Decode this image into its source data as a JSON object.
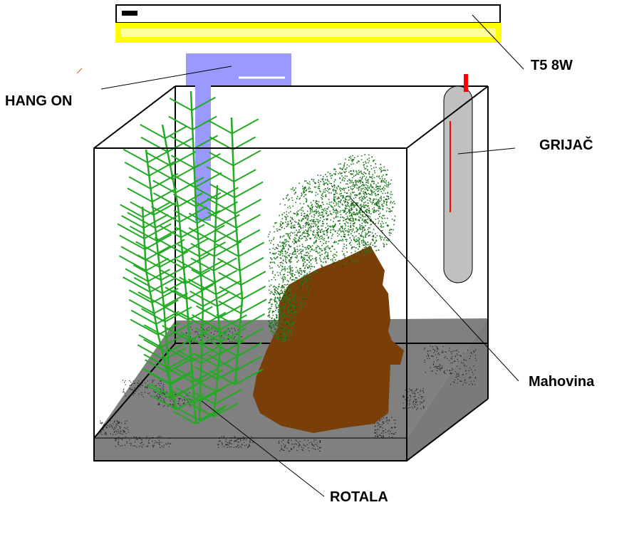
{
  "labels": {
    "light": "T5 8W",
    "filter": "HANG ON",
    "heater": "GRIJAČ",
    "moss": "Mahovina",
    "plant": "ROTALA"
  },
  "colors": {
    "lamp_tube": "#ffff00",
    "lamp_inner": "#ffff99",
    "filter": "#9999ff",
    "heater_glass": "#c0c0c0",
    "heater_element": "#ff0000",
    "substrate": "#808080",
    "rock": "#7a3e08",
    "moss": "#1f7a1f",
    "plant": "#22aa22"
  }
}
